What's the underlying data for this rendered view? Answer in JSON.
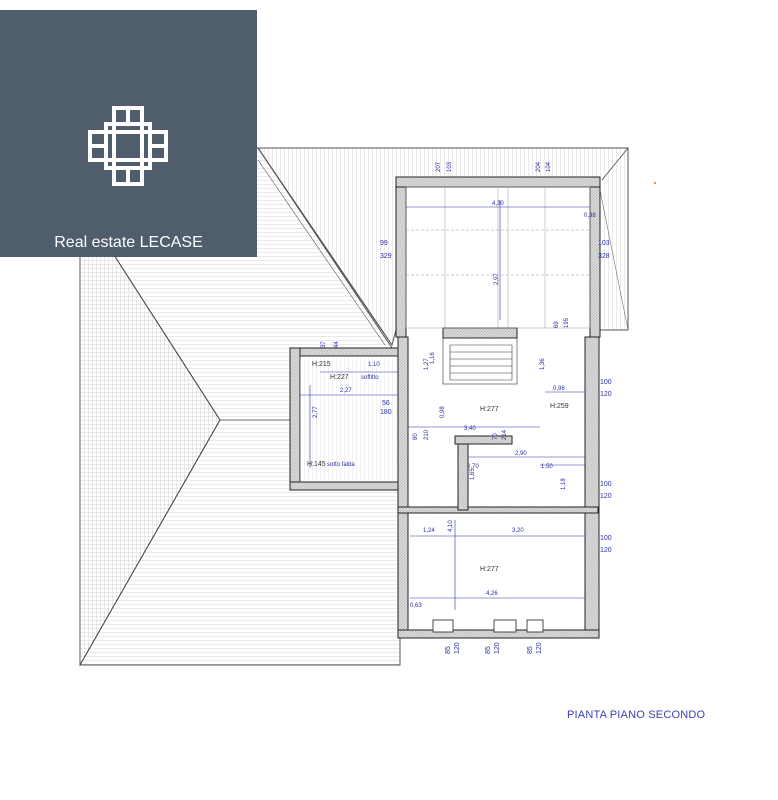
{
  "brand": {
    "name": "Real estate LECASE"
  },
  "plan": {
    "title": "PIANTA PIANO SECONDO"
  },
  "heights": [
    "H:215",
    "H:227",
    "H:277",
    "H:259",
    "H:145",
    "H:277"
  ],
  "dimensions": {
    "top_window_1": [
      "207",
      "103"
    ],
    "top_window_2": [
      "204",
      "104"
    ],
    "width_top": "4,30",
    "width_top_right": "0,38",
    "height_top": "2,97",
    "left_side": [
      "99",
      "329"
    ],
    "right_side": [
      "103",
      "328"
    ],
    "small_room": [
      "37",
      "44",
      "1,10",
      "2,27",
      "2,77",
      "56",
      "180"
    ],
    "stair": [
      "1,27",
      "1,16",
      "1,36",
      "69",
      "195"
    ],
    "central": [
      "0,98",
      "0,98",
      "80",
      "210",
      "3,40",
      "70",
      "214"
    ],
    "bath": [
      "2,90",
      "1,50",
      "0,70",
      "1,65",
      "1,18"
    ],
    "bottom_room": [
      "1,24",
      "3,20",
      "4,10",
      "0,63",
      "4,26"
    ],
    "right_openings": [
      "100",
      "120",
      "100",
      "120",
      "100",
      "120"
    ],
    "bottom_openings": [
      "85",
      "120",
      "85",
      "120",
      "85",
      "120"
    ]
  },
  "notes": [
    "soffitto",
    "sotto falda"
  ]
}
